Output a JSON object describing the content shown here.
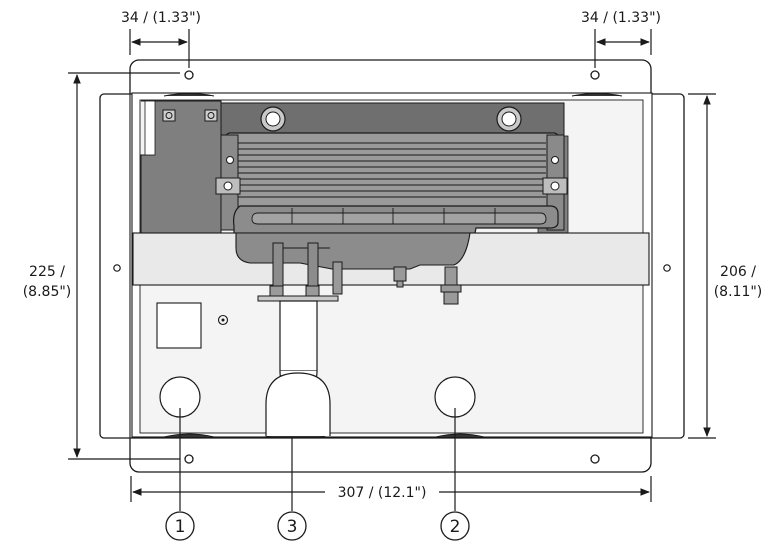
{
  "dimensions": {
    "top_left_offset": "34 / (1.33\")",
    "top_right_offset": "34 / (1.33\")",
    "overall_height_line1": "225 /",
    "overall_height_line2": "(8.85\")",
    "inner_height_line1": "206 /",
    "inner_height_line2": "(8.11\")",
    "overall_width": "307 / (12.1\")"
  },
  "callouts": [
    {
      "label": "1"
    },
    {
      "label": "3"
    },
    {
      "label": "2"
    }
  ],
  "colors": {
    "line": "#1a1a1a",
    "housing_dark": "#555555",
    "housing_mid": "#7a7a7a",
    "housing_light": "#a8a8a8",
    "panel": "#f2f2f2",
    "band": "#e2e2e2"
  }
}
